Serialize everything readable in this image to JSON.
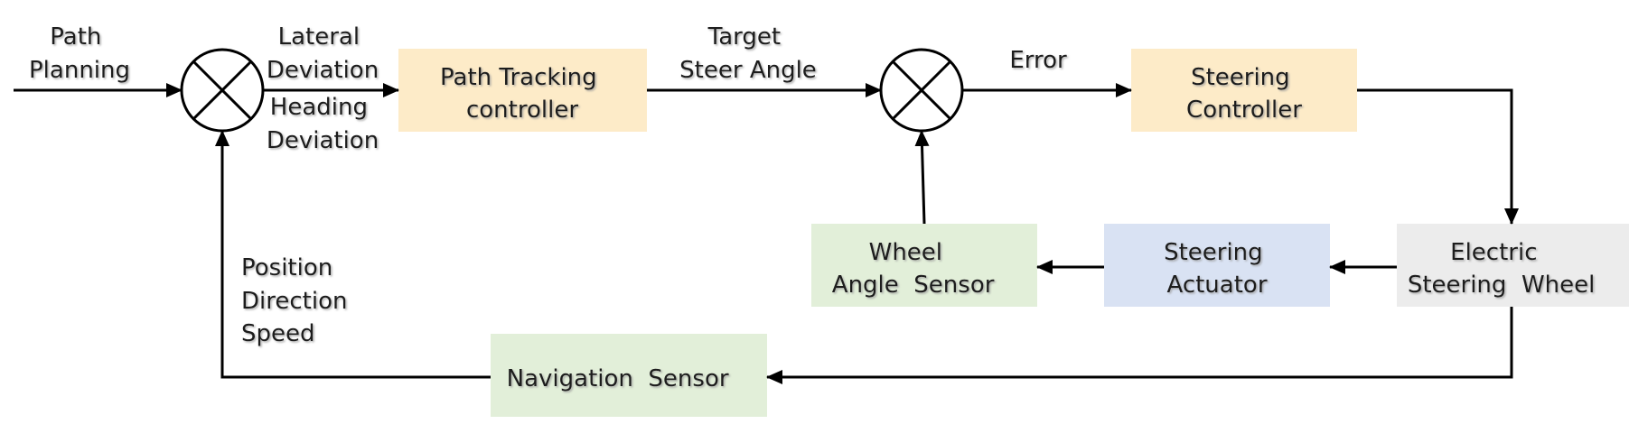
{
  "colors": {
    "controller_fill": "#fdebc8",
    "sensor_fill": "#e2efd9",
    "actuator_fill": "#d9e2f3",
    "wheel_fill": "#ececec",
    "line": "#000000"
  },
  "labels": {
    "path_planning": [
      "Path",
      "Planning"
    ],
    "lateral_deviation": [
      "Lateral",
      "Deviation"
    ],
    "heading_deviation": [
      "Heading",
      "Deviation"
    ],
    "target_steer_angle": [
      "Target",
      "Steer Angle"
    ],
    "error": "Error",
    "position_direction_speed": [
      "Position",
      "Direction",
      "Speed"
    ]
  },
  "blocks": {
    "path_tracking_controller": [
      "Path Tracking",
      "controller"
    ],
    "steering_controller": [
      "Steering",
      "Controller"
    ],
    "electric_steering_wheel": [
      "Electric",
      "Steering  Wheel"
    ],
    "steering_actuator": [
      "Steering",
      "Actuator"
    ],
    "wheel_angle_sensor": [
      "Wheel",
      "Angle  Sensor"
    ],
    "navigation_sensor": [
      "Navigation  Sensor"
    ]
  }
}
